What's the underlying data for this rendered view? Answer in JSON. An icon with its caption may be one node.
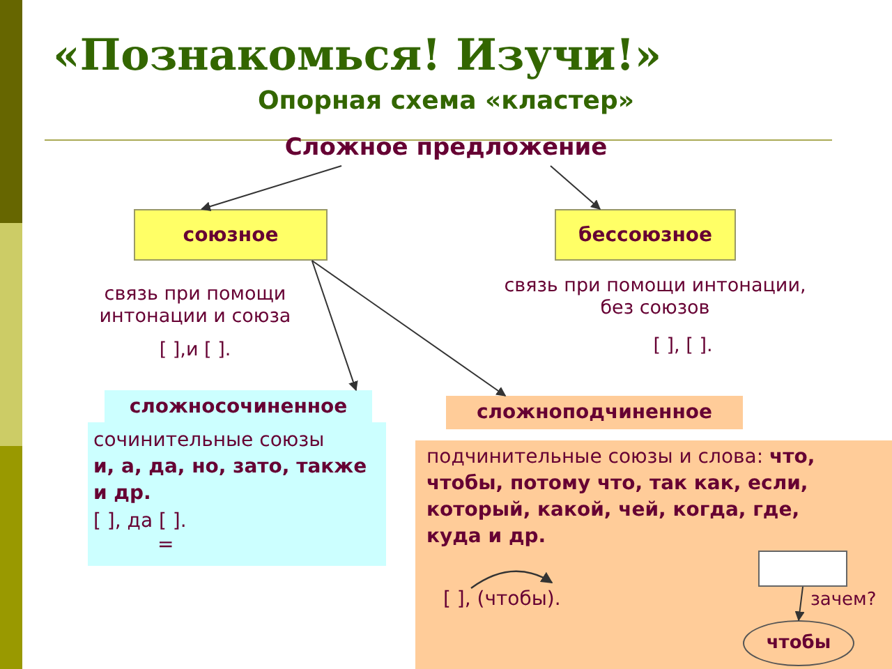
{
  "diagram": {
    "title": "«Познакомься! Изучи!»",
    "nodes": [
      {
        "text": [
          "Сложное предложение"
        ]
      },
      {
        "text": [
          "союзное"
        ]
      },
      {
        "text": [
          "бессоюзное"
        ]
      },
      {
        "text": [
          "сложносочиненное"
        ]
      },
      {
        "text": [
          "сложноподчиненное"
        ]
      },
      {
        "text": [
          "сочинительные союзы",
          "и, а, да, но, зато, также и др.",
          "[ ], да [ ].",
          "="
        ]
      },
      {
        "text": [
          "подчинительные союзы и слова: **что, чтобы, потому что, так как, если, который, какой, чей, когда, где, куда и др.**",
          "[ ], (чтобы)."
        ]
      },
      {
        "text": [],
        "shape": "box",
        "in": 6
      },
      {
        "text": [
          "чтобы"
        ],
        "in": 6
      }
    ],
    "edges": [
      {
        "from": 0,
        "to": 1,
        "arrow": "to"
      },
      {
        "from": 0,
        "to": 2,
        "arrow": "to"
      },
      {
        "from": 1,
        "to": 3,
        "arrow": "to"
      },
      {
        "from": 1,
        "to": 4,
        "arrow": "to"
      },
      {
        "from": 7,
        "to": 8,
        "arrow": "to",
        "label": "зачем?"
      }
    ],
    "labels": [
      "Опорная схема «кластер»",
      "связь при помощи интонации и союза",
      "[ ],и [ ].",
      "связь при помощи интонации, без союзов",
      "[ ], [ ]."
    ]
  }
}
